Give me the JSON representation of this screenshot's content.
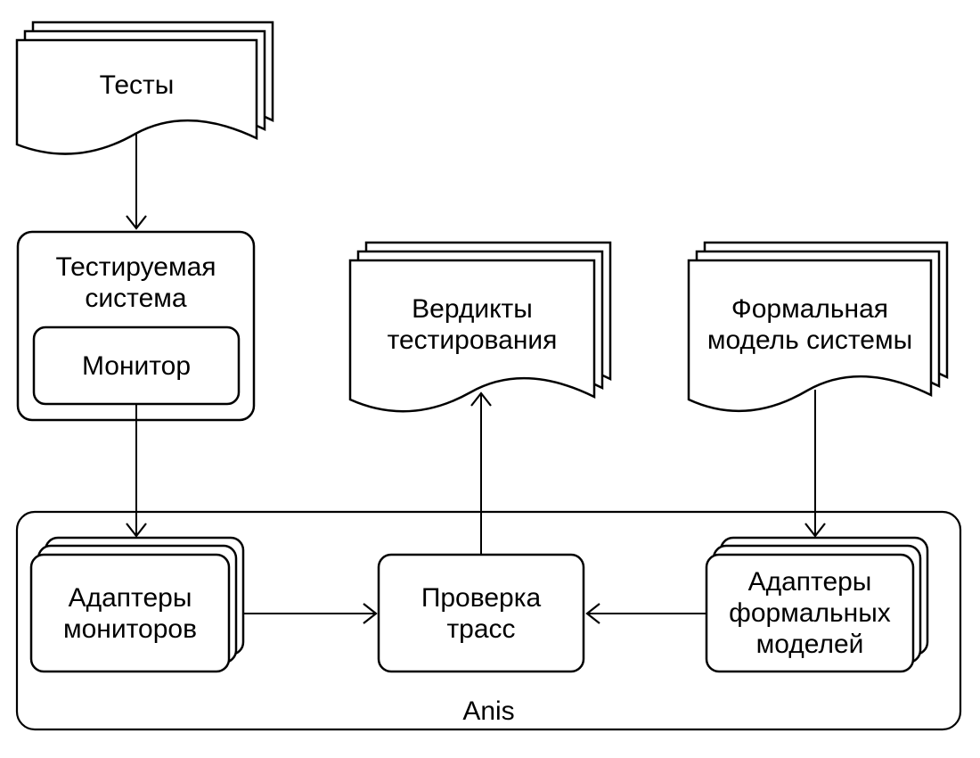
{
  "diagram": {
    "colors": {
      "stroke": "#000000",
      "fill": "#ffffff",
      "background": "#ffffff",
      "text": "#000000"
    },
    "nodes": {
      "tests": {
        "label": "Тесты",
        "shape": "document-stack"
      },
      "system_under_test": {
        "label": "Тестируемая\nсистема",
        "shape": "rounded-rect"
      },
      "monitor": {
        "label": "Монитор",
        "shape": "rounded-rect"
      },
      "verdicts": {
        "label": "Вердикты\nтестирования",
        "shape": "document-stack"
      },
      "formal_model": {
        "label": "Формальная\nмодель системы",
        "shape": "document-stack"
      },
      "monitor_adapters": {
        "label": "Адаптеры\nмониторов",
        "shape": "rounded-rect-stack"
      },
      "trace_check": {
        "label": "Проверка\nтрасс",
        "shape": "rounded-rect"
      },
      "formal_model_adapters": {
        "label": "Адаптеры\nформальных\nмоделей",
        "shape": "rounded-rect-stack"
      },
      "anis_container": {
        "label": "Anis",
        "shape": "container"
      }
    },
    "edges": [
      {
        "from": "tests",
        "to": "system_under_test"
      },
      {
        "from": "monitor",
        "to": "monitor_adapters"
      },
      {
        "from": "monitor_adapters",
        "to": "trace_check"
      },
      {
        "from": "formal_model",
        "to": "formal_model_adapters"
      },
      {
        "from": "formal_model_adapters",
        "to": "trace_check"
      },
      {
        "from": "trace_check",
        "to": "verdicts"
      }
    ]
  }
}
